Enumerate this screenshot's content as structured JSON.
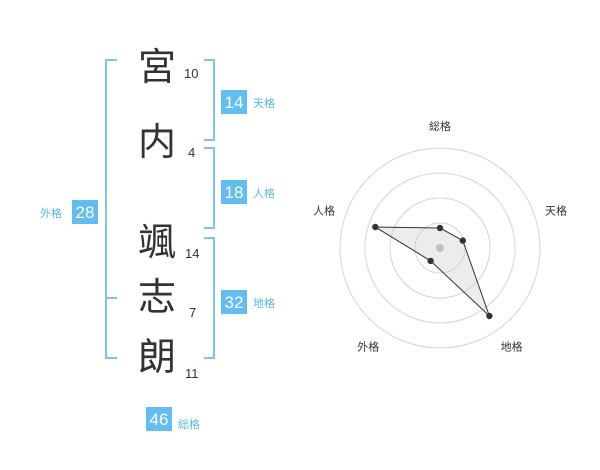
{
  "colors": {
    "accent": "#62bdf0",
    "label": "#58b8e8",
    "bracket": "#7cc6ee",
    "text": "#333333"
  },
  "name": {
    "surname": [
      {
        "char": "宮",
        "strokes": "10"
      },
      {
        "char": "内",
        "strokes": "4"
      }
    ],
    "given": [
      {
        "char": "颯",
        "strokes": "14"
      },
      {
        "char": "志",
        "strokes": "7"
      },
      {
        "char": "朗",
        "strokes": "11"
      }
    ]
  },
  "kakusu": {
    "tenkaku": {
      "value": "14",
      "label": "天格"
    },
    "jinkaku": {
      "value": "18",
      "label": "人格"
    },
    "chikaku": {
      "value": "32",
      "label": "地格"
    },
    "gaikaku": {
      "value": "28",
      "label": "外格"
    },
    "soukaku": {
      "value": "46",
      "label": "総格"
    }
  },
  "chart_data": {
    "type": "radar",
    "axes": [
      "総格",
      "天格",
      "地格",
      "外格",
      "人格"
    ],
    "values": [
      1.0,
      1.2,
      4.2,
      0.8,
      3.4
    ],
    "rings": 4,
    "max": 5
  }
}
